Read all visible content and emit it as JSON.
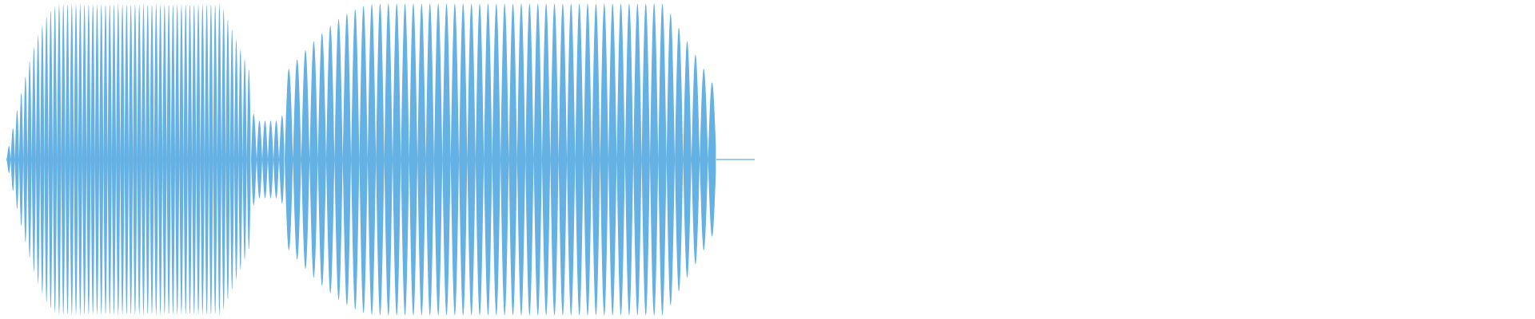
{
  "colors": {
    "background": "#ffffff",
    "waveform": "#5dade2"
  },
  "waveform": {
    "segments": [
      {
        "cycles": 29,
        "start_amp": 0.02,
        "peak_amp": 1.0,
        "end_amp": 0.55
      },
      {
        "cycles": 3,
        "start_amp": 0.35,
        "peak_amp": 0.25,
        "end_amp": 0.35
      },
      {
        "cycles": 26,
        "start_amp": 0.55,
        "peak_amp": 1.0,
        "end_amp": 0.45
      }
    ],
    "tail": "flat"
  }
}
